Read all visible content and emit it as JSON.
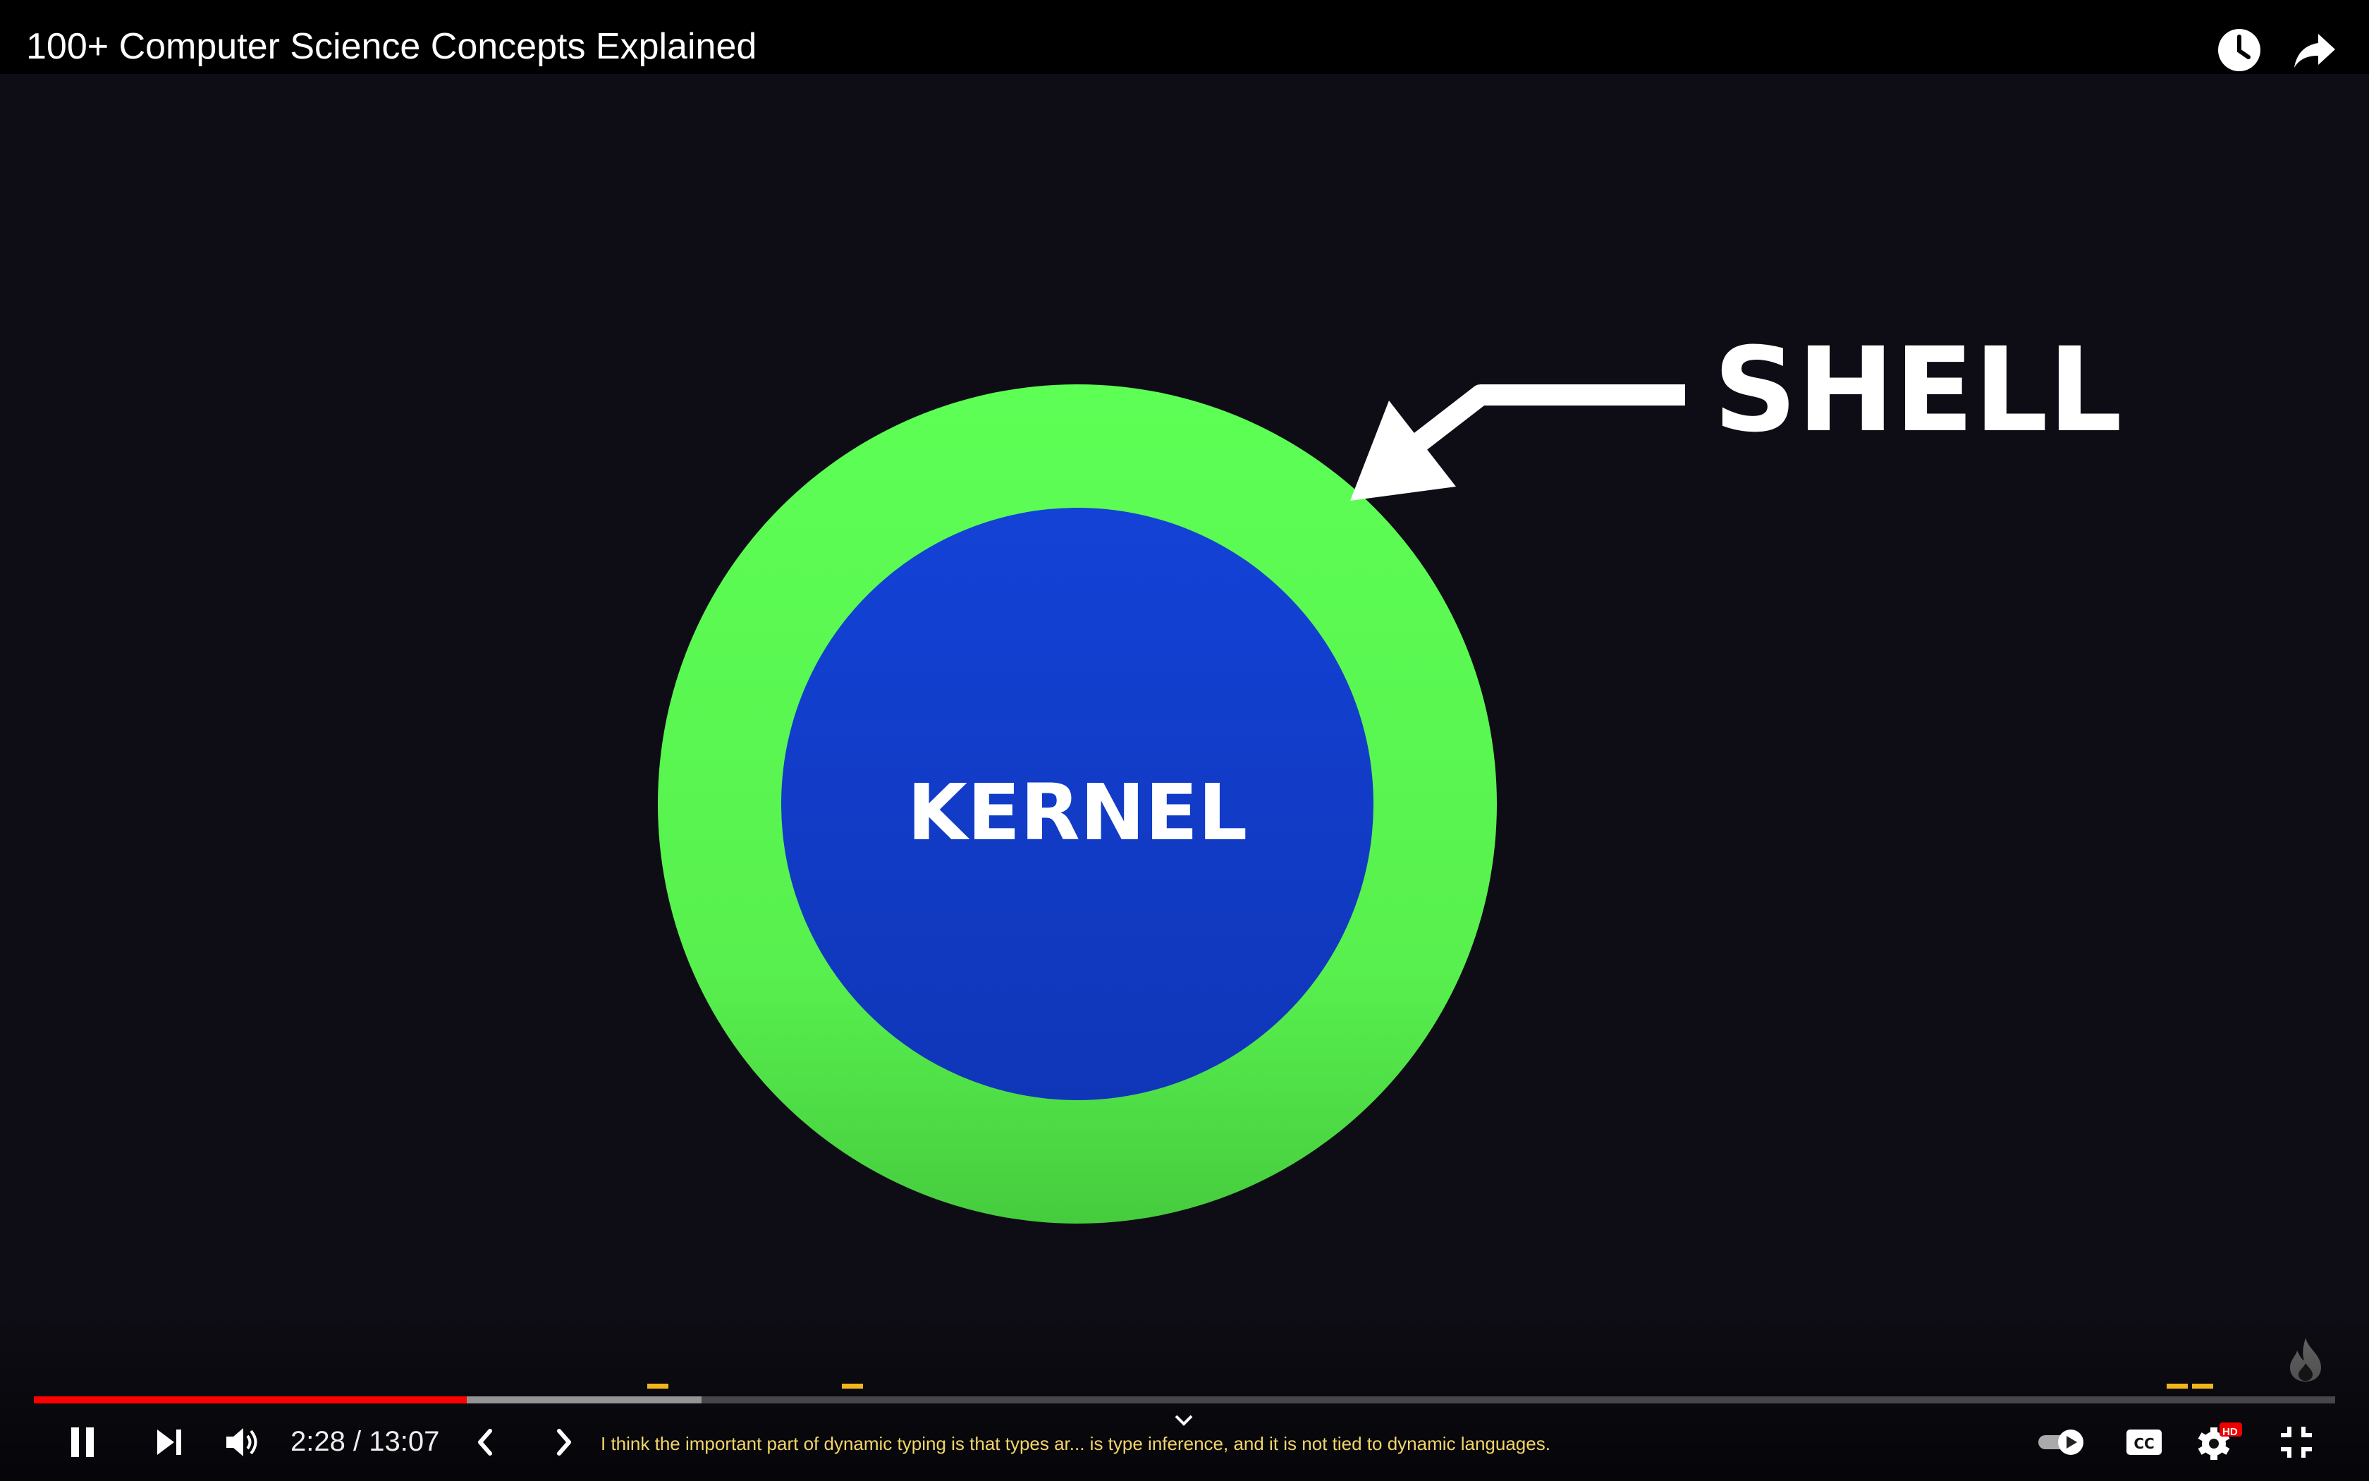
{
  "player": {
    "title": "100+ Computer Science Concepts Explained",
    "time_current": "2:28",
    "time_separator": "/",
    "time_total": "13:07",
    "caption": "I think the important part of dynamic typing is that types ar... is type inference, and it is not tied to dynamic languages.",
    "played_fraction": 0.188,
    "buffered_fraction": 0.29,
    "hd_badge": "HD",
    "colors": {
      "played": "#ff0000",
      "marker": "#f2b51b",
      "caption": "#f2d46b",
      "hd_badge": "#e00"
    }
  },
  "diagram": {
    "outer_label": "SHELL",
    "inner_label": "KERNEL",
    "colors": {
      "shell": "#5cff52",
      "kernel": "#1240d0",
      "text": "#ffffff"
    }
  }
}
